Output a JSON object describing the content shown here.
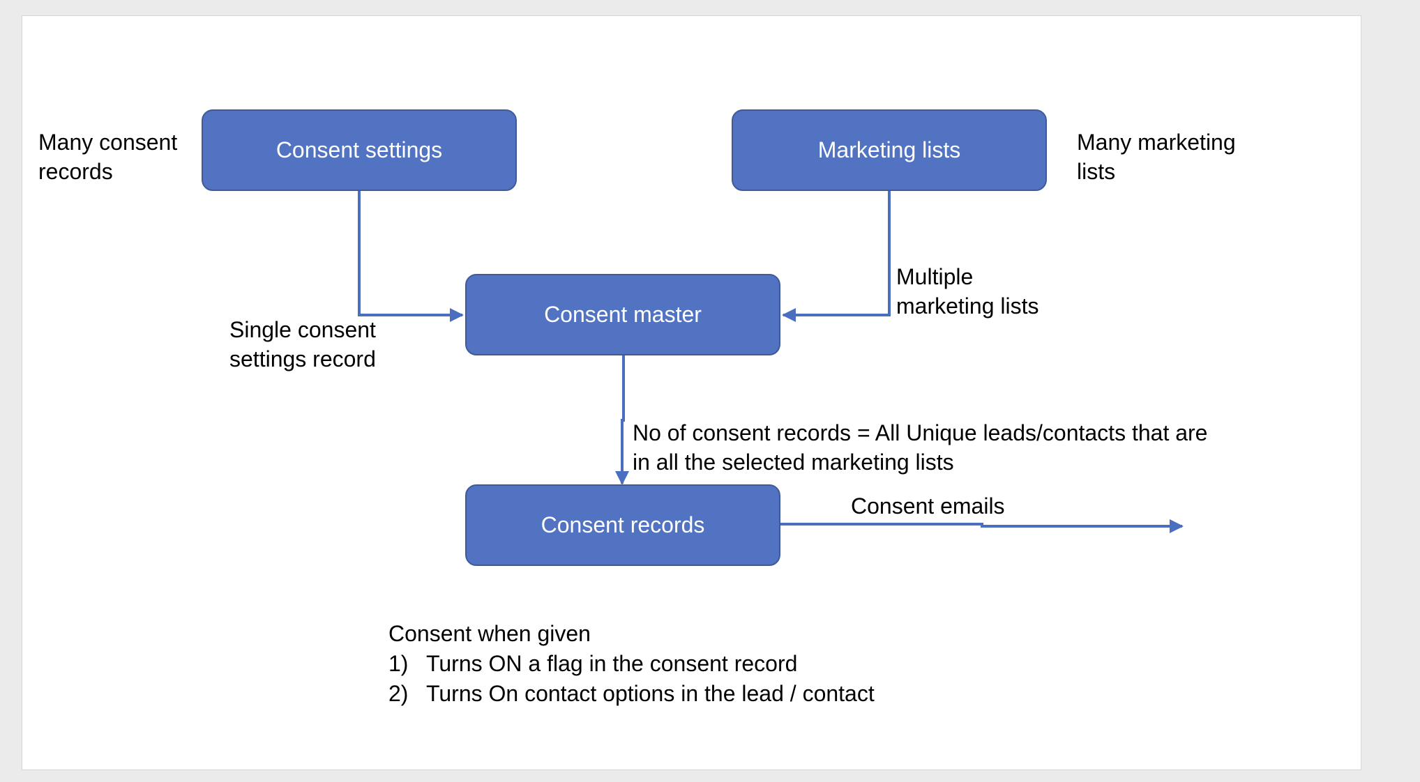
{
  "colors": {
    "box_fill": "#5173c2",
    "box_border": "#3f5a9a",
    "connector": "#4a6fc0",
    "background": "#ebebeb",
    "slide": "#ffffff"
  },
  "nodes": {
    "consent_settings": "Consent settings",
    "marketing_lists": "Marketing lists",
    "consent_master": "Consent master",
    "consent_records": "Consent records"
  },
  "labels": {
    "many_consent_records": [
      "Many consent",
      "records"
    ],
    "many_marketing_lists": [
      "Many marketing",
      "lists"
    ],
    "multiple_marketing_lists": [
      "Multiple",
      "marketing lists"
    ],
    "single_consent_settings_record": [
      "Single consent",
      "settings record"
    ],
    "consent_records_count": [
      "No of consent records = All Unique leads/contacts that are",
      "in all the selected marketing lists"
    ],
    "consent_emails": "Consent emails"
  },
  "notes": {
    "heading": "Consent when given",
    "items": [
      {
        "num": "1)",
        "text": "Turns ON a flag in the consent record"
      },
      {
        "num": "2)",
        "text": "Turns On contact options in the lead / contact"
      }
    ]
  }
}
